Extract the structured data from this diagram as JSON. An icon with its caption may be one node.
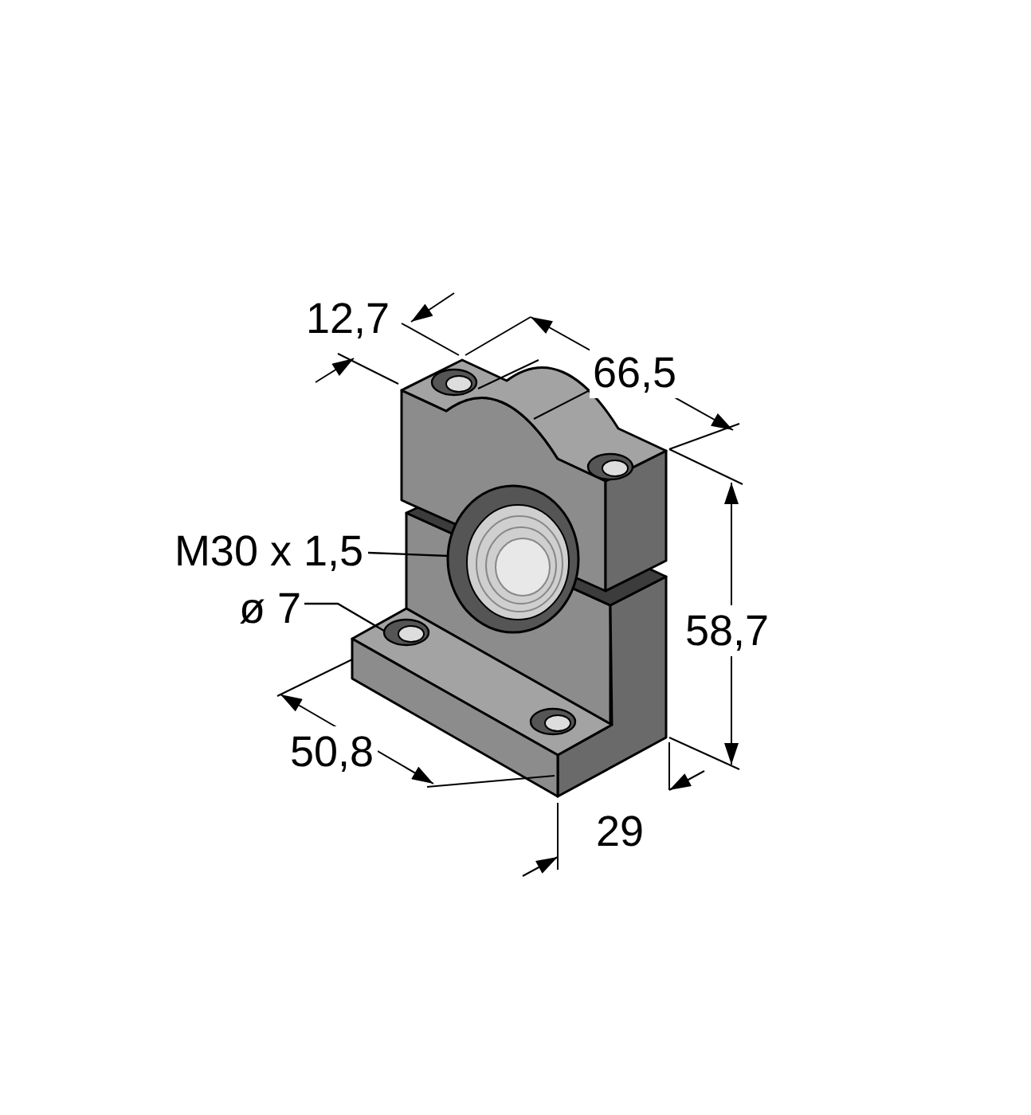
{
  "diagram": {
    "nodes": [
      {
        "text": [
          "M30 x 1,5"
        ]
      },
      {
        "text": [],
        "shape": "circle"
      },
      {
        "text": [
          "ø 7"
        ]
      },
      {
        "text": [],
        "shape": "circle"
      },
      {
        "text": [],
        "shape": "circle"
      },
      {
        "text": [],
        "shape": "circle"
      },
      {
        "text": [],
        "shape": "circle"
      }
    ],
    "edges": [
      {
        "from": 0,
        "to": 1,
        "arrow": "none"
      },
      {
        "from": 2,
        "to": 3,
        "arrow": "none"
      }
    ],
    "labels": [
      "12,7",
      "66,5",
      "58,7",
      "50,8",
      "29"
    ]
  }
}
